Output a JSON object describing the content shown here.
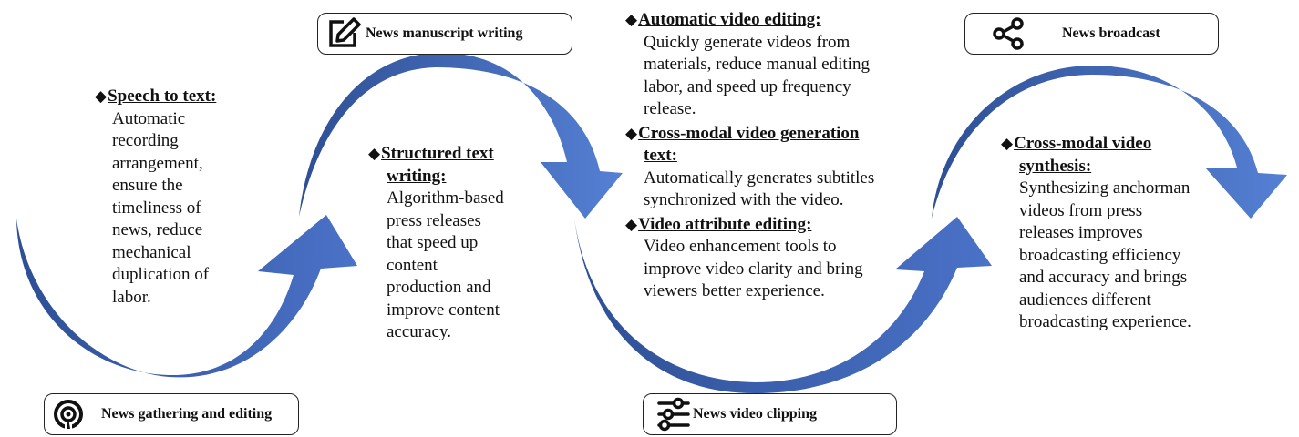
{
  "stages": {
    "gathering": {
      "label": "News gathering and editing",
      "icon": "podcast-icon"
    },
    "writing": {
      "label": "News manuscript writing",
      "icon": "edit-icon"
    },
    "clipping": {
      "label": "News video clipping",
      "icon": "sliders-icon"
    },
    "broadcast": {
      "label": "News broadcast",
      "icon": "share-icon"
    }
  },
  "blocks": {
    "speech": {
      "heading": "Speech to text:",
      "body_lines": [
        "Automatic",
        "recording",
        "arrangement,",
        "ensure the",
        "timeliness of",
        "news, reduce",
        "mechanical",
        "duplication of",
        "labor."
      ]
    },
    "structured": {
      "heading_lines": [
        "Structured text",
        "writing:"
      ],
      "body_lines": [
        "Algorithm-based",
        "press releases",
        "that speed up",
        "content",
        "production and",
        "improve content",
        "accuracy."
      ]
    },
    "video_items": [
      {
        "heading_lines": [
          "Automatic video editing:"
        ],
        "body_lines": [
          "Quickly generate videos from",
          "materials, reduce manual editing",
          "labor, and speed up frequency",
          "release."
        ]
      },
      {
        "heading_lines": [
          "Cross-modal video generation",
          "text:"
        ],
        "body_lines": [
          "Automatically generates subtitles",
          "synchronized with the video."
        ]
      },
      {
        "heading_lines": [
          "Video attribute editing:"
        ],
        "body_lines": [
          "Video enhancement tools to",
          "improve video clarity and bring",
          "viewers better experience."
        ]
      }
    ],
    "synthesis": {
      "heading_lines": [
        "Cross-modal video",
        "synthesis:"
      ],
      "body_lines": [
        "Synthesizing anchorman",
        "videos from press",
        "releases improves",
        "broadcasting efficiency",
        "and accuracy and brings",
        "audiences different",
        "broadcasting experience."
      ]
    }
  },
  "colors": {
    "arrow_light": "#4a72c8",
    "arrow_dark": "#2e4f94",
    "border": "#222222"
  },
  "bullet_symbol": "◆"
}
